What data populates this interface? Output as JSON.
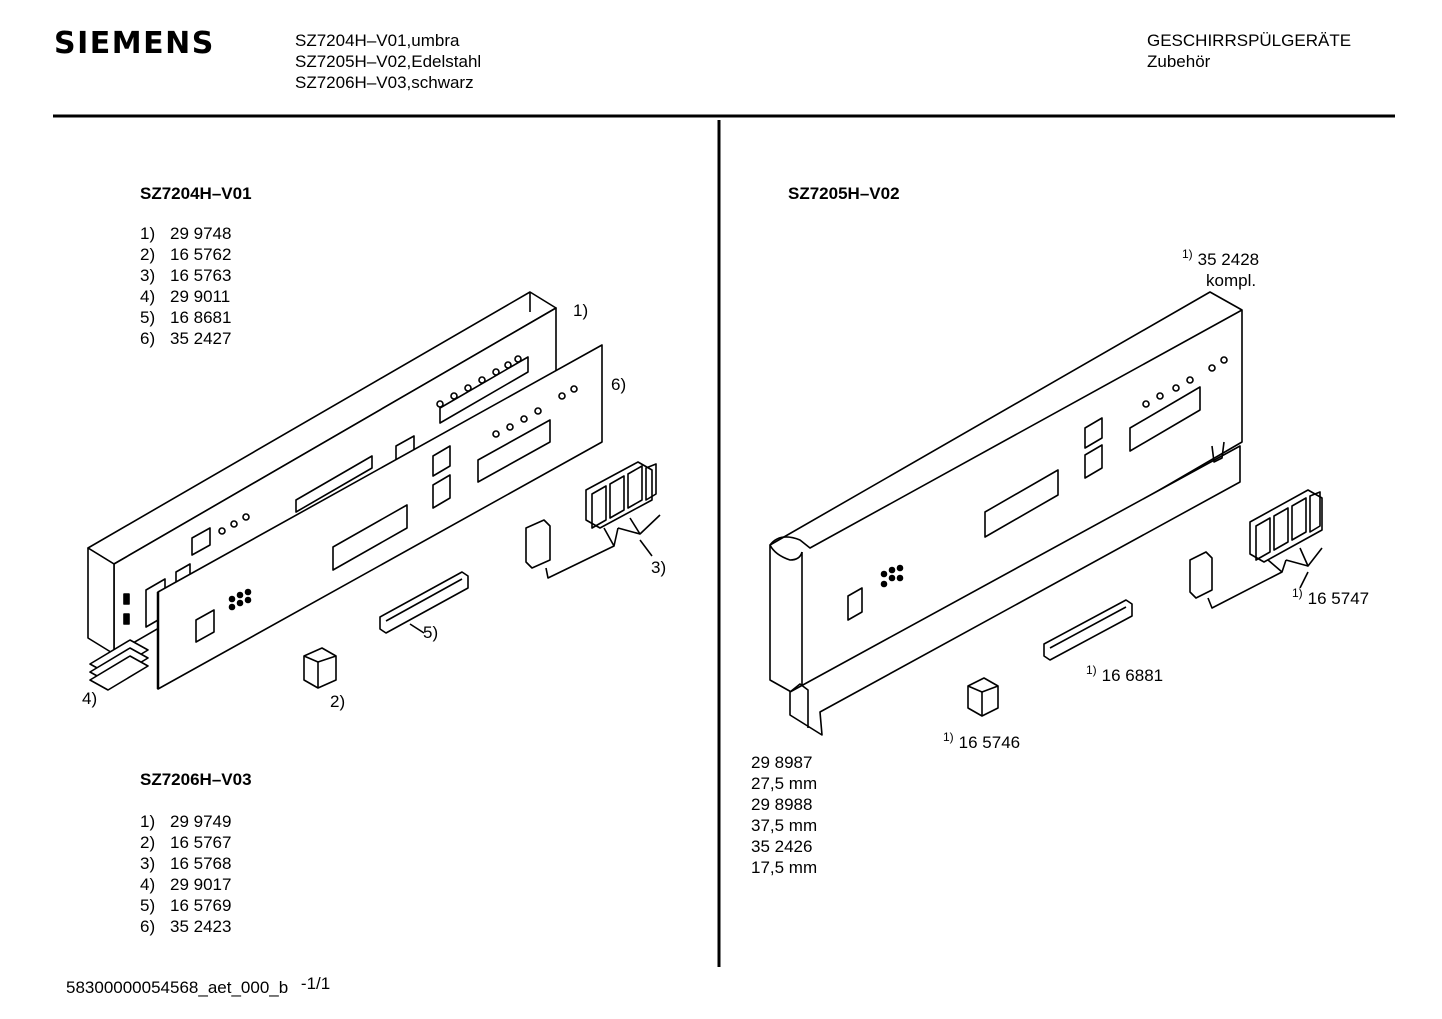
{
  "header": {
    "brand": "SIEMENS",
    "models": [
      "SZ7204H–V01,umbra",
      "SZ7205H–V02,Edelstahl",
      "SZ7206H–V03,schwarz"
    ],
    "category": "GESCHIRRSPÜLGERÄTE",
    "subcategory": "Zubehör"
  },
  "left": {
    "section1": {
      "title": "SZ7204H–V01",
      "parts": [
        {
          "n": "1)",
          "part": "29 9748"
        },
        {
          "n": "2)",
          "part": "16 5762"
        },
        {
          "n": "3)",
          "part": "16 5763"
        },
        {
          "n": "4)",
          "part": "29 9011"
        },
        {
          "n": "5)",
          "part": "16 8681"
        },
        {
          "n": "6)",
          "part": "35 2427"
        }
      ]
    },
    "callouts": {
      "c1": "1)",
      "c6": "6)",
      "c3": "3)",
      "c5": "5)",
      "c4": "4)",
      "c2": "2)"
    },
    "section2": {
      "title": "SZ7206H–V03",
      "parts": [
        {
          "n": "1)",
          "part": "29 9749"
        },
        {
          "n": "2)",
          "part": "16 5767"
        },
        {
          "n": "3)",
          "part": "16 5768"
        },
        {
          "n": "4)",
          "part": "29 9017"
        },
        {
          "n": "5)",
          "part": "16 5769"
        },
        {
          "n": "6)",
          "part": "35 2423"
        }
      ]
    }
  },
  "right": {
    "title": "SZ7205H–V02",
    "callouts": {
      "panel": {
        "sup": "1)",
        "part": "35 2428",
        "note": "kompl."
      },
      "buttons": {
        "sup": "1)",
        "part": "16 5747"
      },
      "clip": {
        "sup": "1)",
        "part": "16 6881"
      },
      "knob": {
        "sup": "1)",
        "part": "16 5746"
      }
    },
    "strip_parts": [
      "29 8987",
      "27,5 mm",
      "29 8988",
      "37,5 mm",
      "35 2426",
      "17,5 mm"
    ]
  },
  "footer": {
    "doc_id": "58300000054568_aet_000_b",
    "page": "-1/1"
  }
}
